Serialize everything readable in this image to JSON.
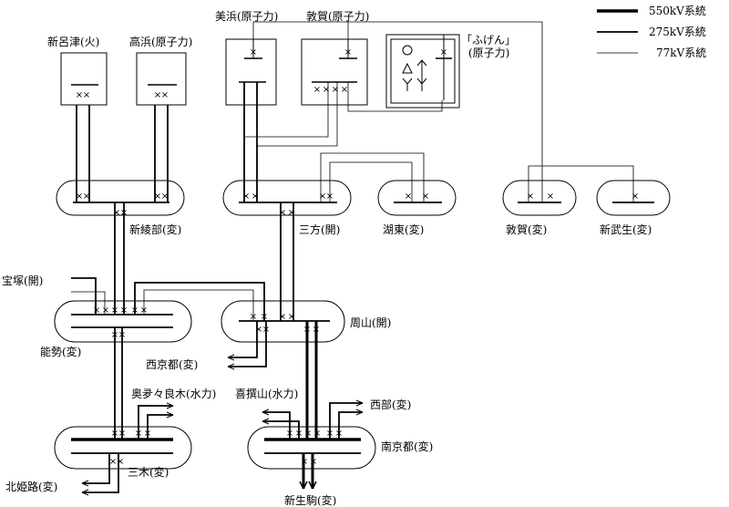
{
  "legend": {
    "items": [
      {
        "label": "550kV系統",
        "weight": "thick"
      },
      {
        "label": "275kV系統",
        "weight": "medium"
      },
      {
        "label": "77kV系統",
        "weight": "thin"
      }
    ]
  },
  "plants": {
    "shin_ozu": "新呂津(火)",
    "takahama": "高浜(原子力)",
    "mihama": "美浜(原子力)",
    "tsuruga": "敦賀(原子力)",
    "fugen_1": "「ふげん」",
    "fugen_2": "(原子力)"
  },
  "stations": {
    "shin_ayabe": "新綾部(変)",
    "sanpo": "三方(開)",
    "koto": "湖東(変)",
    "tsuruga_sub": "敦賀(変)",
    "shin_takefu": "新武生(変)",
    "takarazuka": "宝塚(開)",
    "nose": "能勢(変)",
    "shuzan": "周山(開)",
    "nishi_kyoto": "西京都(変)",
    "okutaraki": "奥夛々良木(水力)",
    "kisenyama": "喜撰山(水力)",
    "seibu": "西部(変)",
    "miki": "三木(変)",
    "minami_kyoto": "南京都(変)",
    "kita_himeji": "北姫路(変)",
    "shin_ikoma": "新生駒(変)"
  },
  "breaker_symbol": "×",
  "colors": {
    "line": "#000000",
    "background": "#ffffff"
  }
}
